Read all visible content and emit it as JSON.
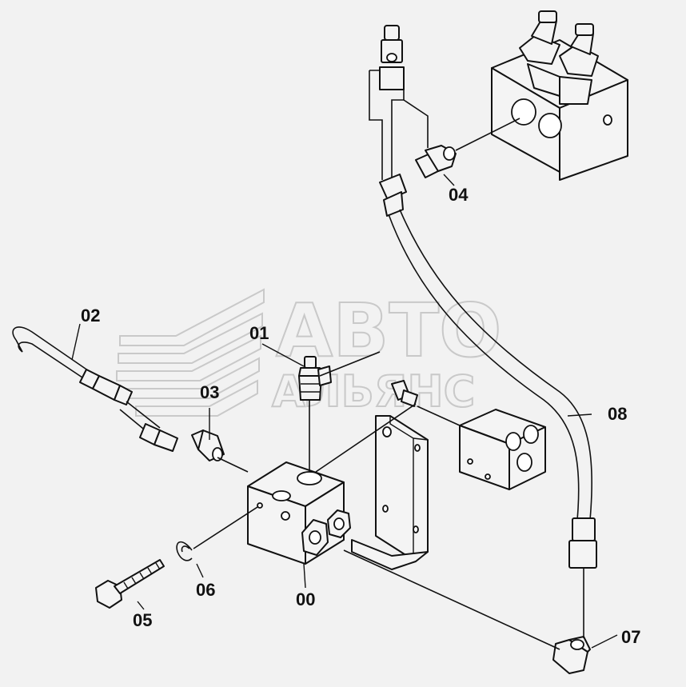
{
  "watermark": {
    "line1": "АВТО",
    "line2": "АЛЬЯНС",
    "color": "#c9c9c9"
  },
  "labels": {
    "p00": "00",
    "p01": "01",
    "p02": "02",
    "p03": "03",
    "p04": "04",
    "p05": "05",
    "p06": "06",
    "p07": "07",
    "p08": "08"
  },
  "colors": {
    "background": "#f2f2f2",
    "ink": "#111111"
  }
}
